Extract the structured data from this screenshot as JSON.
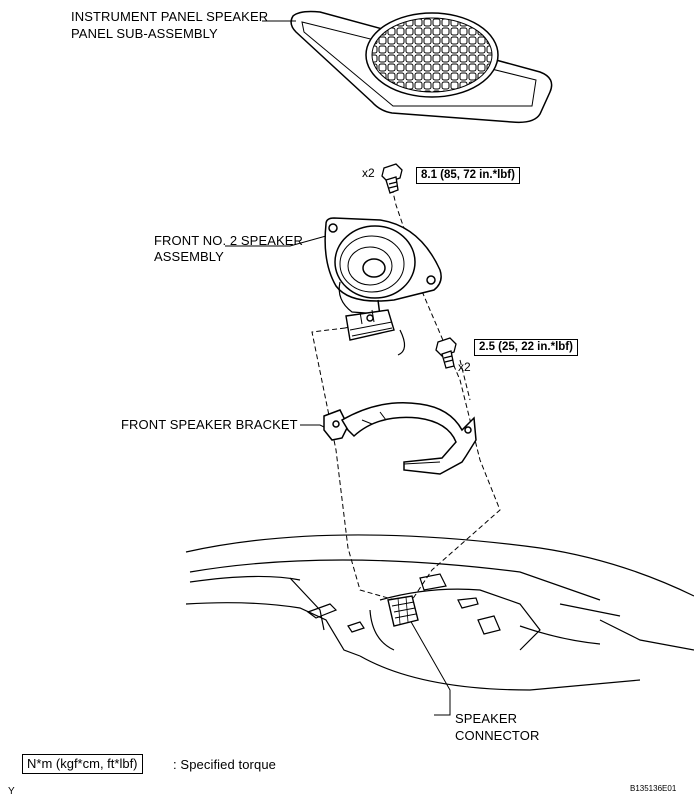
{
  "labels": {
    "instrument_panel_speaker_l1": "INSTRUMENT PANEL SPEAKER",
    "instrument_panel_speaker_l2": "PANEL SUB-ASSEMBLY",
    "front_no2_speaker_l1": "FRONT NO. 2 SPEAKER",
    "front_no2_speaker_l2": "ASSEMBLY",
    "front_speaker_bracket": "FRONT SPEAKER BRACKET",
    "speaker_connector_l1": "SPEAKER",
    "speaker_connector_l2": "CONNECTOR"
  },
  "fasteners": {
    "upper_qty": "x2",
    "upper_torque": "8.1 (85, 72 in.*lbf)",
    "lower_qty": "x2",
    "lower_torque": "2.5 (25, 22 in.*lbf)"
  },
  "legend": {
    "unit_box": "N*m (kgf*cm, ft*lbf)",
    "description": ": Specified torque"
  },
  "footer": {
    "figure_code": "B135136E01",
    "corner_mark": "Y"
  }
}
